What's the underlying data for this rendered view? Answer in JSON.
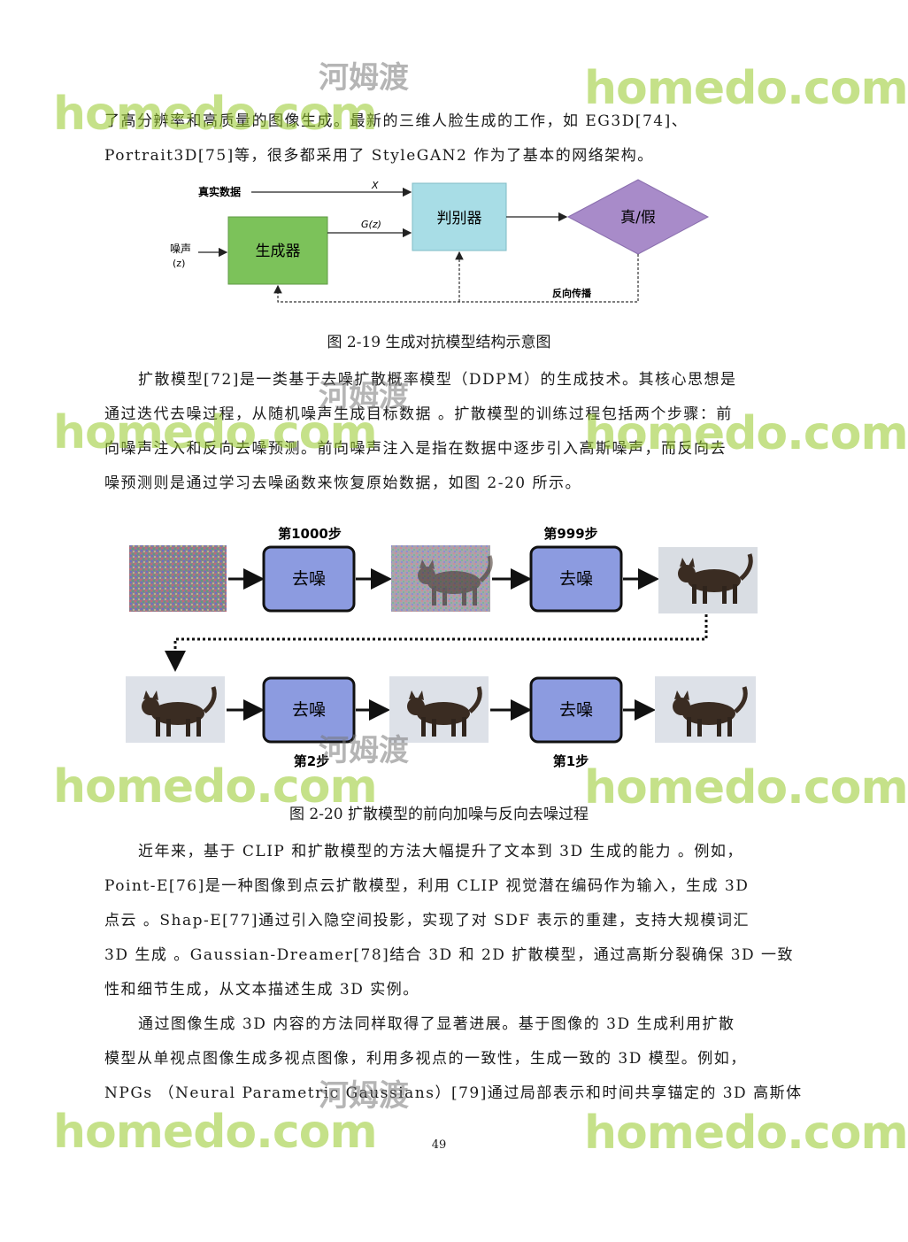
{
  "paragraphs": {
    "p0": [
      "了高分辨率和高质量的图像生成。最新的三维人脸生成的工作，如 EG3D[74]、",
      "Portrait3D[75]等，很多都采用了 StyleGAN2 作为了基本的网络架构。"
    ],
    "p1": [
      "扩散模型[72]是一类基于去噪扩散概率模型（DDPM）的生成技术。其核心思想是",
      "通过迭代去噪过程，从随机噪声生成目标数据 。扩散模型的训练过程包括两个步骤：前",
      "向噪声注入和反向去噪预测。前向噪声注入是指在数据中逐步引入高斯噪声，而反向去",
      "噪预测则是通过学习去噪函数来恢复原始数据，如图 2-20 所示。"
    ],
    "p2": [
      "近年来，基于 CLIP 和扩散模型的方法大幅提升了文本到 3D 生成的能力 。例如，",
      "Point-E[76]是一种图像到点云扩散模型，利用 CLIP 视觉潜在编码作为输入，生成 3D",
      "点云 。Shap-E[77]通过引入隐空间投影，实现了对 SDF 表示的重建，支持大规模词汇",
      "3D 生成 。Gaussian-Dreamer[78]结合 3D 和 2D 扩散模型，通过高斯分裂确保 3D 一致",
      "性和细节生成，从文本描述生成 3D 实例。"
    ],
    "p3": [
      "通过图像生成 3D 内容的方法同样取得了显著进展。基于图像的 3D 生成利用扩散",
      "模型从单视点图像生成多视点图像，利用多视点的一致性，生成一致的 3D 模型。例如，",
      "NPGs （Neural Parametric Gaussians）[79]通过局部表示和时间共享锚定的 3D 高斯体"
    ]
  },
  "figure1": {
    "caption": "图 2-19 生成对抗模型结构示意图",
    "real_data_label": "真实数据",
    "x_label": "X",
    "gz_label": "G(z)",
    "noise_label": "噪声",
    "noise_var": "(z)",
    "generator": "生成器",
    "discriminator": "判别器",
    "output": "真/假",
    "backprop": "反向传播",
    "colors": {
      "generator": "#7cc25a",
      "discriminator": "#a8dde6",
      "output": "#a88bc9"
    }
  },
  "figure2": {
    "caption": "图 2-20 扩散模型的前向加噪与反向去噪过程",
    "step_top_left": "第1000步",
    "step_top_right": "第999步",
    "step_bottom_left": "第2步",
    "step_bottom_right": "第1步",
    "box_label": "去噪",
    "box_color": "#8c9be0"
  },
  "page_number": "49",
  "watermark": {
    "brand": "homedo.com",
    "cn": "河姆渡"
  }
}
